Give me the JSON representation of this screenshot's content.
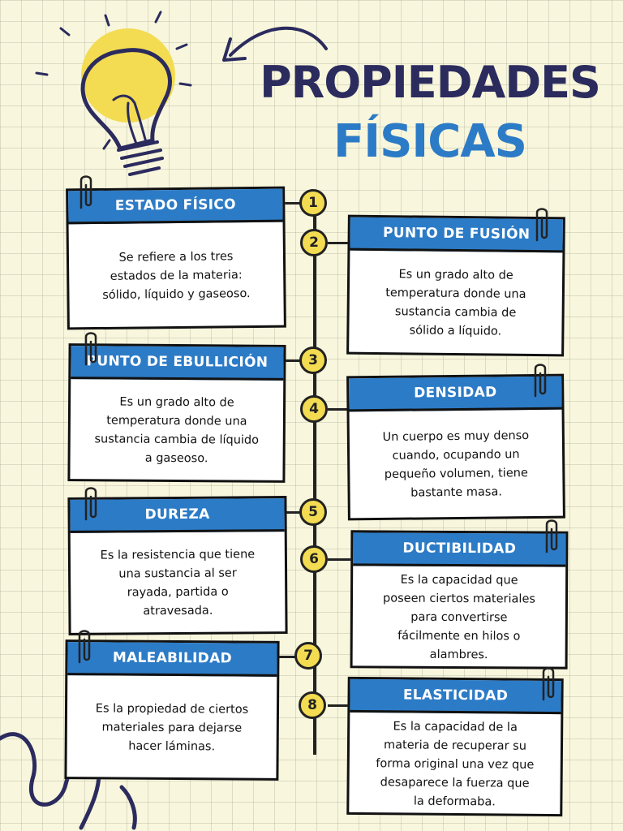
{
  "title": {
    "line1": "PROPIEDADES",
    "line2": "FÍSICAS"
  },
  "colors": {
    "accent_blue": "#2c7bc6",
    "title_navy": "#2b2b5e",
    "node_yellow": "#f3dc52",
    "bulb_yellow": "#f3dc52"
  },
  "icons": [
    "lightbulb-icon",
    "curved-arrow-icon",
    "paperclip-icon"
  ],
  "timeline": {
    "nodes": [
      "1",
      "2",
      "3",
      "4",
      "5",
      "6",
      "7",
      "8"
    ]
  },
  "cards": [
    {
      "heading": "ESTADO FÍSICO",
      "body": "Se refiere a los tres\nestados de la materia:\nsólido, líquido y gaseoso."
    },
    {
      "heading": "PUNTO DE FUSIÓN",
      "body": "Es un grado alto de\ntemperatura donde una\nsustancia cambia de\nsólido a líquido."
    },
    {
      "heading": "PUNTO DE EBULLICIÓN",
      "body": "Es un grado alto de\ntemperatura donde una\nsustancia cambia de líquido\na gaseoso."
    },
    {
      "heading": "DENSIDAD",
      "body": "Un cuerpo es muy denso\ncuando, ocupando un\npequeño volumen, tiene\nbastante masa."
    },
    {
      "heading": "DUREZA",
      "body": "Es la resistencia que tiene\nuna sustancia al ser\nrayada, partida o\natravesada."
    },
    {
      "heading": "DUCTIBILIDAD",
      "body": "Es la capacidad que\nposeen ciertos materiales\npara convertirse\nfácilmente en hilos o\nalambres."
    },
    {
      "heading": "MALEABILIDAD",
      "body": "Es la propiedad de ciertos\nmateriales para dejarse\nhacer láminas."
    },
    {
      "heading": "ELASTICIDAD",
      "body": "Es la capacidad de la\nmateria de recuperar su\nforma original una vez que\ndesaparece la fuerza que\nla deformaba."
    }
  ]
}
